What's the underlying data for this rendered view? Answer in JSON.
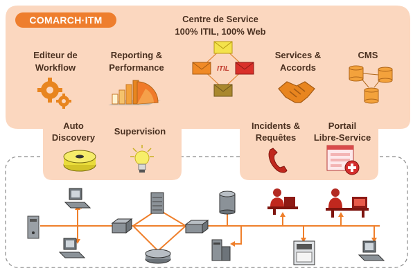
{
  "logo": "COMARCH·ITM",
  "center": {
    "line1": "Centre de Service",
    "line2": "100% ITIL, 100% Web",
    "itil_label": "ITIL"
  },
  "modules": {
    "workflow": [
      "Editeur de",
      "Workflow"
    ],
    "reporting": [
      "Reporting &",
      "Performance"
    ],
    "services": [
      "Services &",
      "Accords"
    ],
    "cms": "CMS",
    "auto_discovery": [
      "Auto",
      "Discovery"
    ],
    "supervision": "Supervision",
    "incidents": [
      "Incidents &",
      "Requêtes"
    ],
    "portail": [
      "Portail",
      "Libre-Service"
    ]
  },
  "colors": {
    "panel": "#fbd7bf",
    "accent": "#ee7e2e",
    "network_line": "#ef7f2b",
    "border_dash": "#8a8a8a"
  },
  "icons": [
    "gears-icon",
    "bar-chart-icon",
    "envelope-cycle-icon",
    "handshake-icon",
    "database-icon",
    "disk-icon",
    "lightbulb-icon",
    "telephone-icon",
    "portal-form-icon",
    "server-icon",
    "desktop-icon",
    "router-icon",
    "switch-icon",
    "printer-icon",
    "user-computer-icon"
  ]
}
